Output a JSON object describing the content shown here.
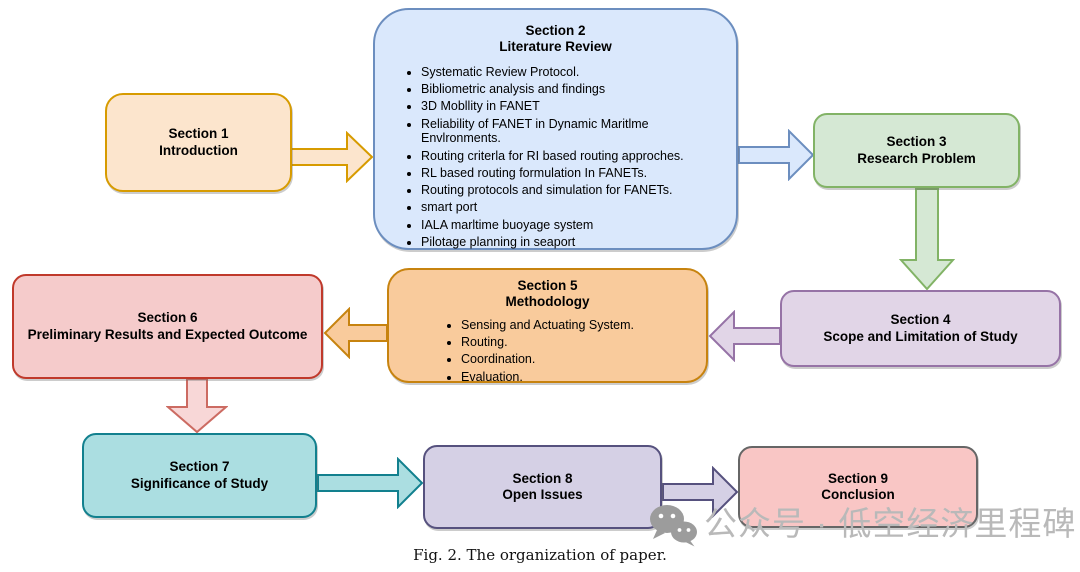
{
  "palette": {
    "s1": {
      "fill": "#FCE5CD",
      "stroke": "#D79B00"
    },
    "s2": {
      "fill": "#DAE8FC",
      "stroke": "#6C8EBF"
    },
    "s3": {
      "fill": "#D5E8D4",
      "stroke": "#82B366"
    },
    "s4": {
      "fill": "#E1D5E7",
      "stroke": "#9673A6"
    },
    "s5": {
      "fill": "#F9CB9C",
      "stroke": "#C7830F"
    },
    "s6": {
      "fill": "#F5CBCB",
      "stroke": "#C0392B"
    },
    "s6arrow": {
      "fill": "#F8D7D7",
      "stroke": "#CC6B62"
    },
    "s7": {
      "fill": "#ABDEE1",
      "stroke": "#12808E"
    },
    "s8": {
      "fill": "#D5D0E5",
      "stroke": "#56517E"
    },
    "s9": {
      "fill": "#F9C6C5",
      "stroke": "#666666"
    }
  },
  "sections": {
    "s1": {
      "title": "Section 1",
      "subtitle": "Introduction"
    },
    "s2": {
      "title": "Section 2",
      "subtitle": "Literature Review",
      "bullets": [
        "Systematic Review Protocol.",
        "Bibliometric analysis and findings",
        "3D Mobllity in FANET",
        "Reliability of FANET in Dynamic Maritlme Envlronments.",
        "Routing criterla for RI based routing approches.",
        "RL based routing formulation In FANETs.",
        "Routing protocols and simulation for FANETs.",
        "smart port",
        "IALA marltime buoyage system",
        "Pilotage planning in seaport"
      ]
    },
    "s3": {
      "title": "Section 3",
      "subtitle": "Research Problem"
    },
    "s4": {
      "title": "Section 4",
      "subtitle": "Scope and Limitation of Study"
    },
    "s5": {
      "title": "Section 5",
      "subtitle": "Methodology",
      "bullets": [
        "Sensing and Actuating System.",
        "Routing.",
        "Coordination.",
        "Evaluation."
      ]
    },
    "s6": {
      "title": "Section 6",
      "subtitle": "Preliminary Results and Expected Outcome"
    },
    "s7": {
      "title": "Section 7",
      "subtitle": "Significance of Study"
    },
    "s8": {
      "title": "Section 8",
      "subtitle": "Open Issues"
    },
    "s9": {
      "title": "Section 9",
      "subtitle": "Conclusion"
    }
  },
  "caption": "Fig. 2.  The organization of paper.",
  "watermark": {
    "icon": "wechat-logo",
    "text": "公众号 · 低空经济里程碑"
  }
}
